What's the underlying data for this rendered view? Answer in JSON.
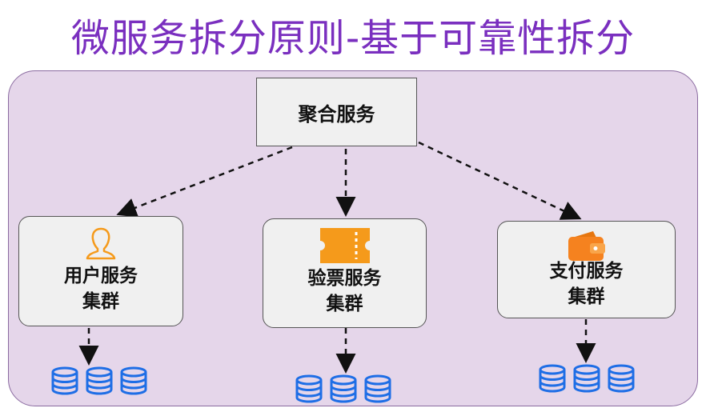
{
  "title": "微服务拆分原则-基于可靠性拆分",
  "aggregate": {
    "label": "聚合服务"
  },
  "services": [
    {
      "line1": "用户服务",
      "line2": "集群",
      "icon": "user-outline-icon"
    },
    {
      "line1": "验票服务",
      "line2": "集群",
      "icon": "ticket-icon"
    },
    {
      "line1": "支付服务",
      "line2": "集群",
      "icon": "wallet-icon"
    }
  ],
  "colors": {
    "title": "#7a2fbf",
    "panel": "#e5d6ea",
    "icon_orange": "#f59a1b",
    "database_blue": "#1e6ee6"
  }
}
